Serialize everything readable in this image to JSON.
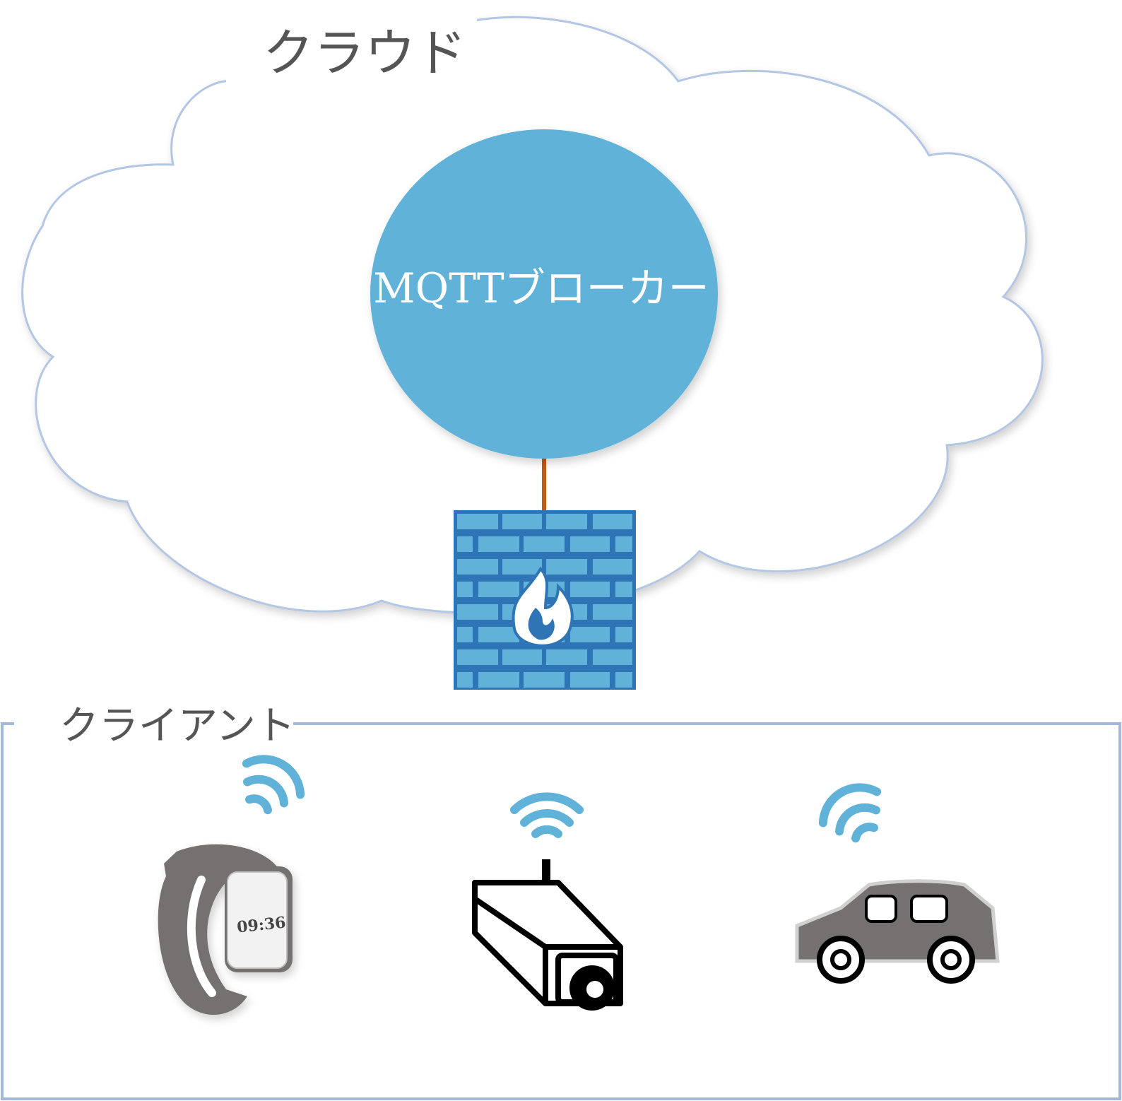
{
  "cloud": {
    "label": "クラウド"
  },
  "broker": {
    "label": "MQTTブローカー"
  },
  "client_area": {
    "label": "クライアント"
  },
  "devices": {
    "watch": {
      "time": "09:36"
    }
  },
  "colors": {
    "cloud_outline": "#b3c6e4",
    "broker_fill": "#61b2d9",
    "link": "#c55a11",
    "firewall_brick": "#61b2d9",
    "firewall_mortar": "#2f75b5",
    "device_gray": "#767171",
    "wifi": "#61b2d9",
    "client_border": "#a3b9dc"
  },
  "icons": [
    "cloud-shape",
    "firewall-icon",
    "flame-icon",
    "wifi-icon",
    "smartwatch-icon",
    "security-camera-icon",
    "car-icon"
  ]
}
